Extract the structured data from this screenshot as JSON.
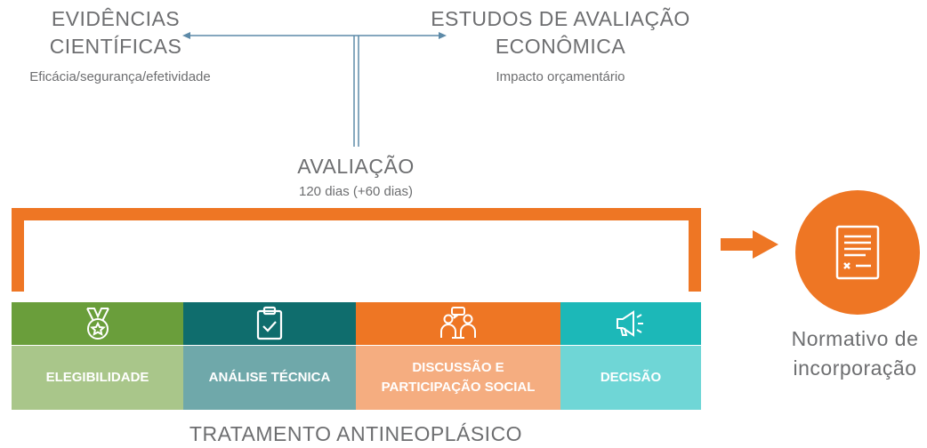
{
  "top_left": {
    "title_line1": "EVIDÊNCIAS",
    "title_line2": "CIENTÍFICAS",
    "subtitle": "Eficácia/segurança/efetividade"
  },
  "top_right": {
    "title_line1": "ESTUDOS DE AVALIAÇÃO",
    "title_line2": "ECONÔMICA",
    "subtitle": "Impacto orçamentário"
  },
  "evaluation": {
    "title": "AVALIAÇÃO",
    "duration": "120 dias (+60 dias)"
  },
  "stages": [
    {
      "label_line1": "ELEGIBILIDADE",
      "label_line2": "",
      "icon": "medal-icon",
      "icon_color": "#6a9e3b",
      "label_color": "#a9c68a"
    },
    {
      "label_line1": "ANÁLISE TÉCNICA",
      "label_line2": "",
      "icon": "clipboard-check-icon",
      "icon_color": "#0f6d6d",
      "label_color": "#6fa8aa"
    },
    {
      "label_line1": "DISCUSSÃO E",
      "label_line2": "PARTICIPAÇÃO SOCIAL",
      "icon": "discussion-people-icon",
      "icon_color": "#ee7624",
      "label_color": "#f5ad80"
    },
    {
      "label_line1": "DECISÃO",
      "label_line2": "",
      "icon": "megaphone-icon",
      "icon_color": "#1cb8b8",
      "label_color": "#6fd6d6"
    }
  ],
  "footer": {
    "title": "TRATAMENTO ANTINEOPLÁSICO"
  },
  "result": {
    "icon": "document-icon",
    "label_line1": "Normativo de",
    "label_line2": "incorporação"
  },
  "colors": {
    "accent_orange": "#ee7624",
    "arrow_gray": "#5d8aa8",
    "text_gray": "#6d6e70"
  }
}
